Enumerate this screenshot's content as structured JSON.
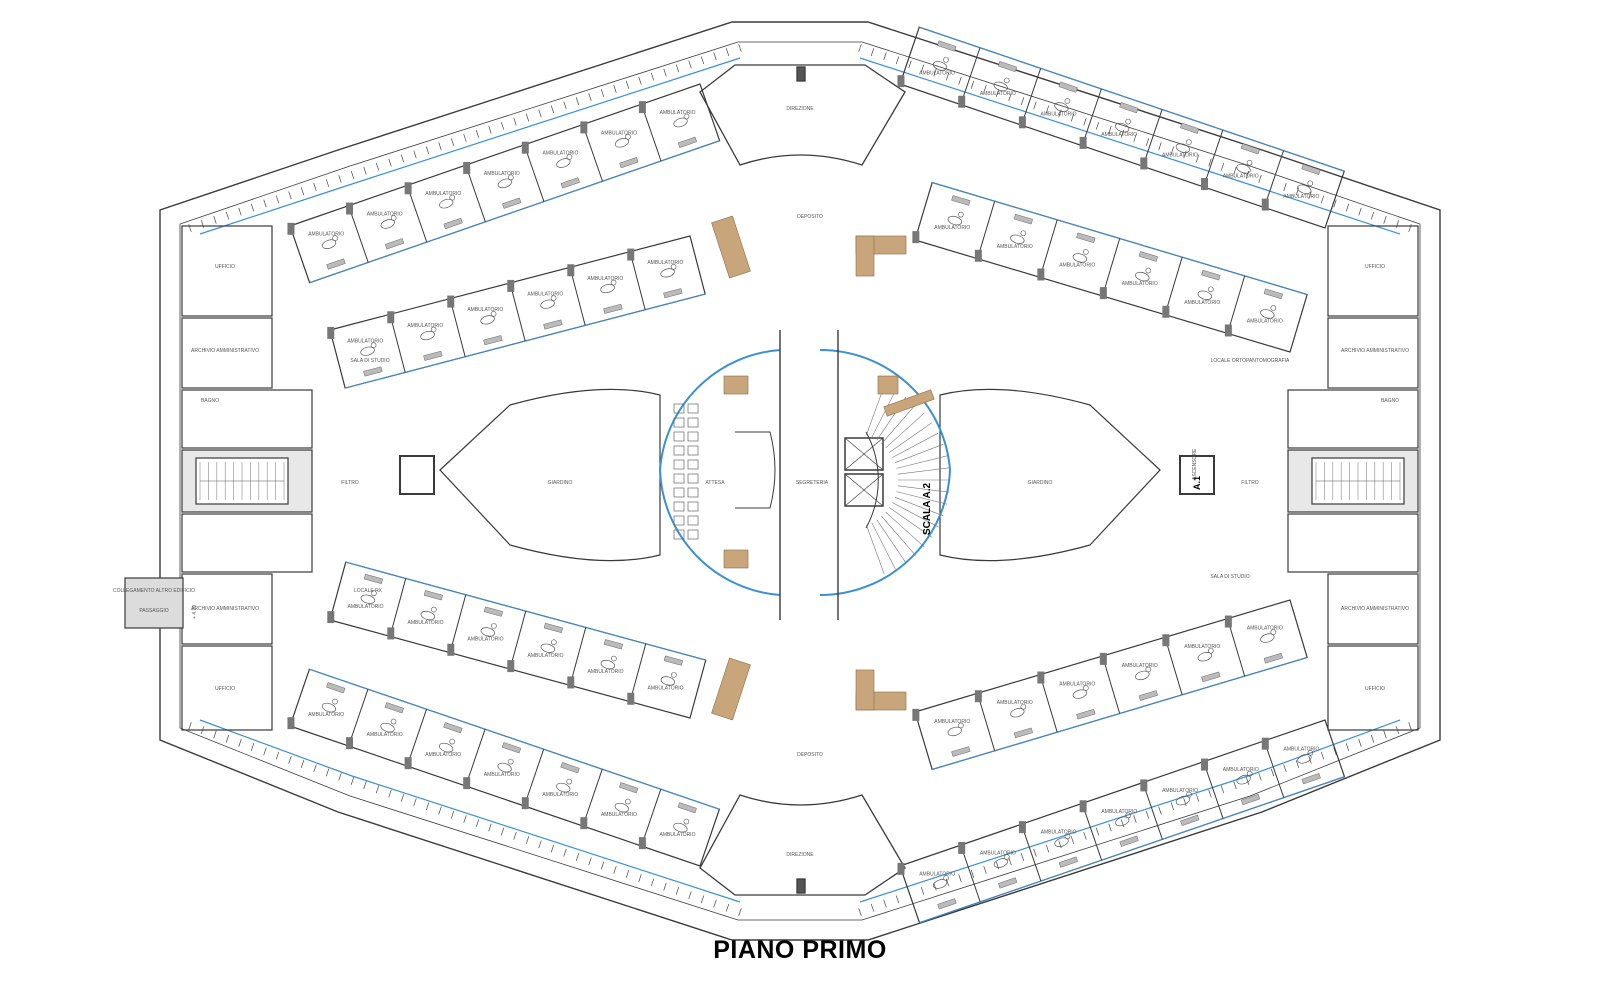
{
  "drawing": {
    "title": "PIANO PRIMO",
    "colors": {
      "wall": "#3a3a3a",
      "glazing": "#3a8fd6",
      "furniture": "#c8a57a",
      "column": "#777777"
    }
  },
  "labels": {
    "direzione_top": "DIREZIONE",
    "direzione_bottom": "DIREZIONE",
    "ufficio_l1": "UFFICIO",
    "ufficio_l2": "UFFICIO",
    "ufficio_r1": "UFFICIO",
    "ufficio_r2": "UFFICIO",
    "archivio_l1": "ARCHIVIO AMMINISTRATIVO",
    "archivio_l2": "ARCHIVIO AMMINISTRATIVO",
    "archivio_r1": "ARCHIVIO AMMINISTRATIVO",
    "archivio_r2": "ARCHIVIO AMMINISTRATIVO",
    "bagni_l": "BAGNO",
    "bagni_r": "BAGNO",
    "filtro_l": "FILTRO",
    "filtro_r": "FILTRO",
    "giardino_l": "GIARDINO",
    "giardino_r": "GIARDINO",
    "attesa": "ATTESA",
    "segreteria": "SEGRETERIA",
    "deposito_top": "DEPOSITO",
    "deposito_bottom": "DEPOSITO",
    "ambulatorio": "AMBULATORIO",
    "sala_di_studio_l": "SALA DI STUDIO",
    "sala_di_studio_r": "SALA DI STUDIO",
    "locale_ortopantom": "LOCALE ORTOPANTOMOGRAFIA",
    "locale_rx": "LOCALE RX",
    "scala_a2": "SCALA A.2",
    "scala_a1": "A.1",
    "ascensore": "ASCENSORE",
    "collegamento": "COLLEGAMENTO ALTRO EDIFICIO",
    "passaggio": "PASSAGGIO",
    "quota": "+ 4.70"
  }
}
